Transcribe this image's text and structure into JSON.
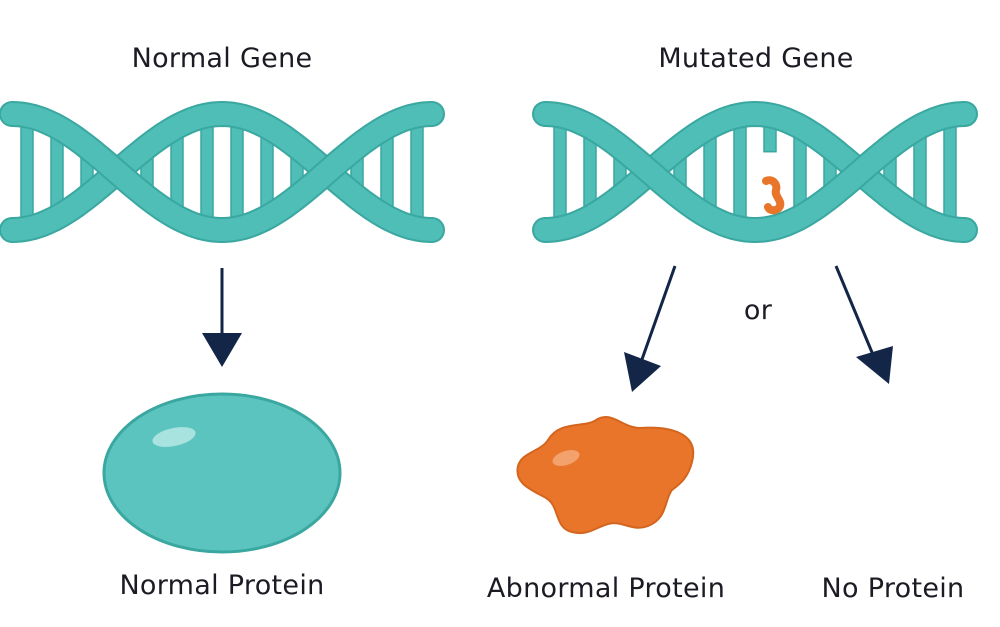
{
  "titles": {
    "normal_gene": "Normal Gene",
    "mutated_gene": "Mutated Gene"
  },
  "connector": {
    "or": "or"
  },
  "outcomes": {
    "normal_protein": "Normal Protein",
    "abnormal_protein": "Abnormal Protein",
    "no_protein": "No Protein"
  },
  "colors": {
    "dna": "#4fbeb7",
    "dna_outline": "#3aa7a0",
    "protein_normal": "#5cc4be",
    "protein_abnormal": "#e9752a",
    "arrow": "#132648",
    "text": "#1b1b24",
    "mutation": "#e9752a"
  },
  "icons": {
    "dna_normal": "dna-helix-icon",
    "dna_mutated": "mutated-dna-helix-icon",
    "protein_normal": "oval-protein-icon",
    "protein_abnormal": "irregular-protein-icon"
  }
}
